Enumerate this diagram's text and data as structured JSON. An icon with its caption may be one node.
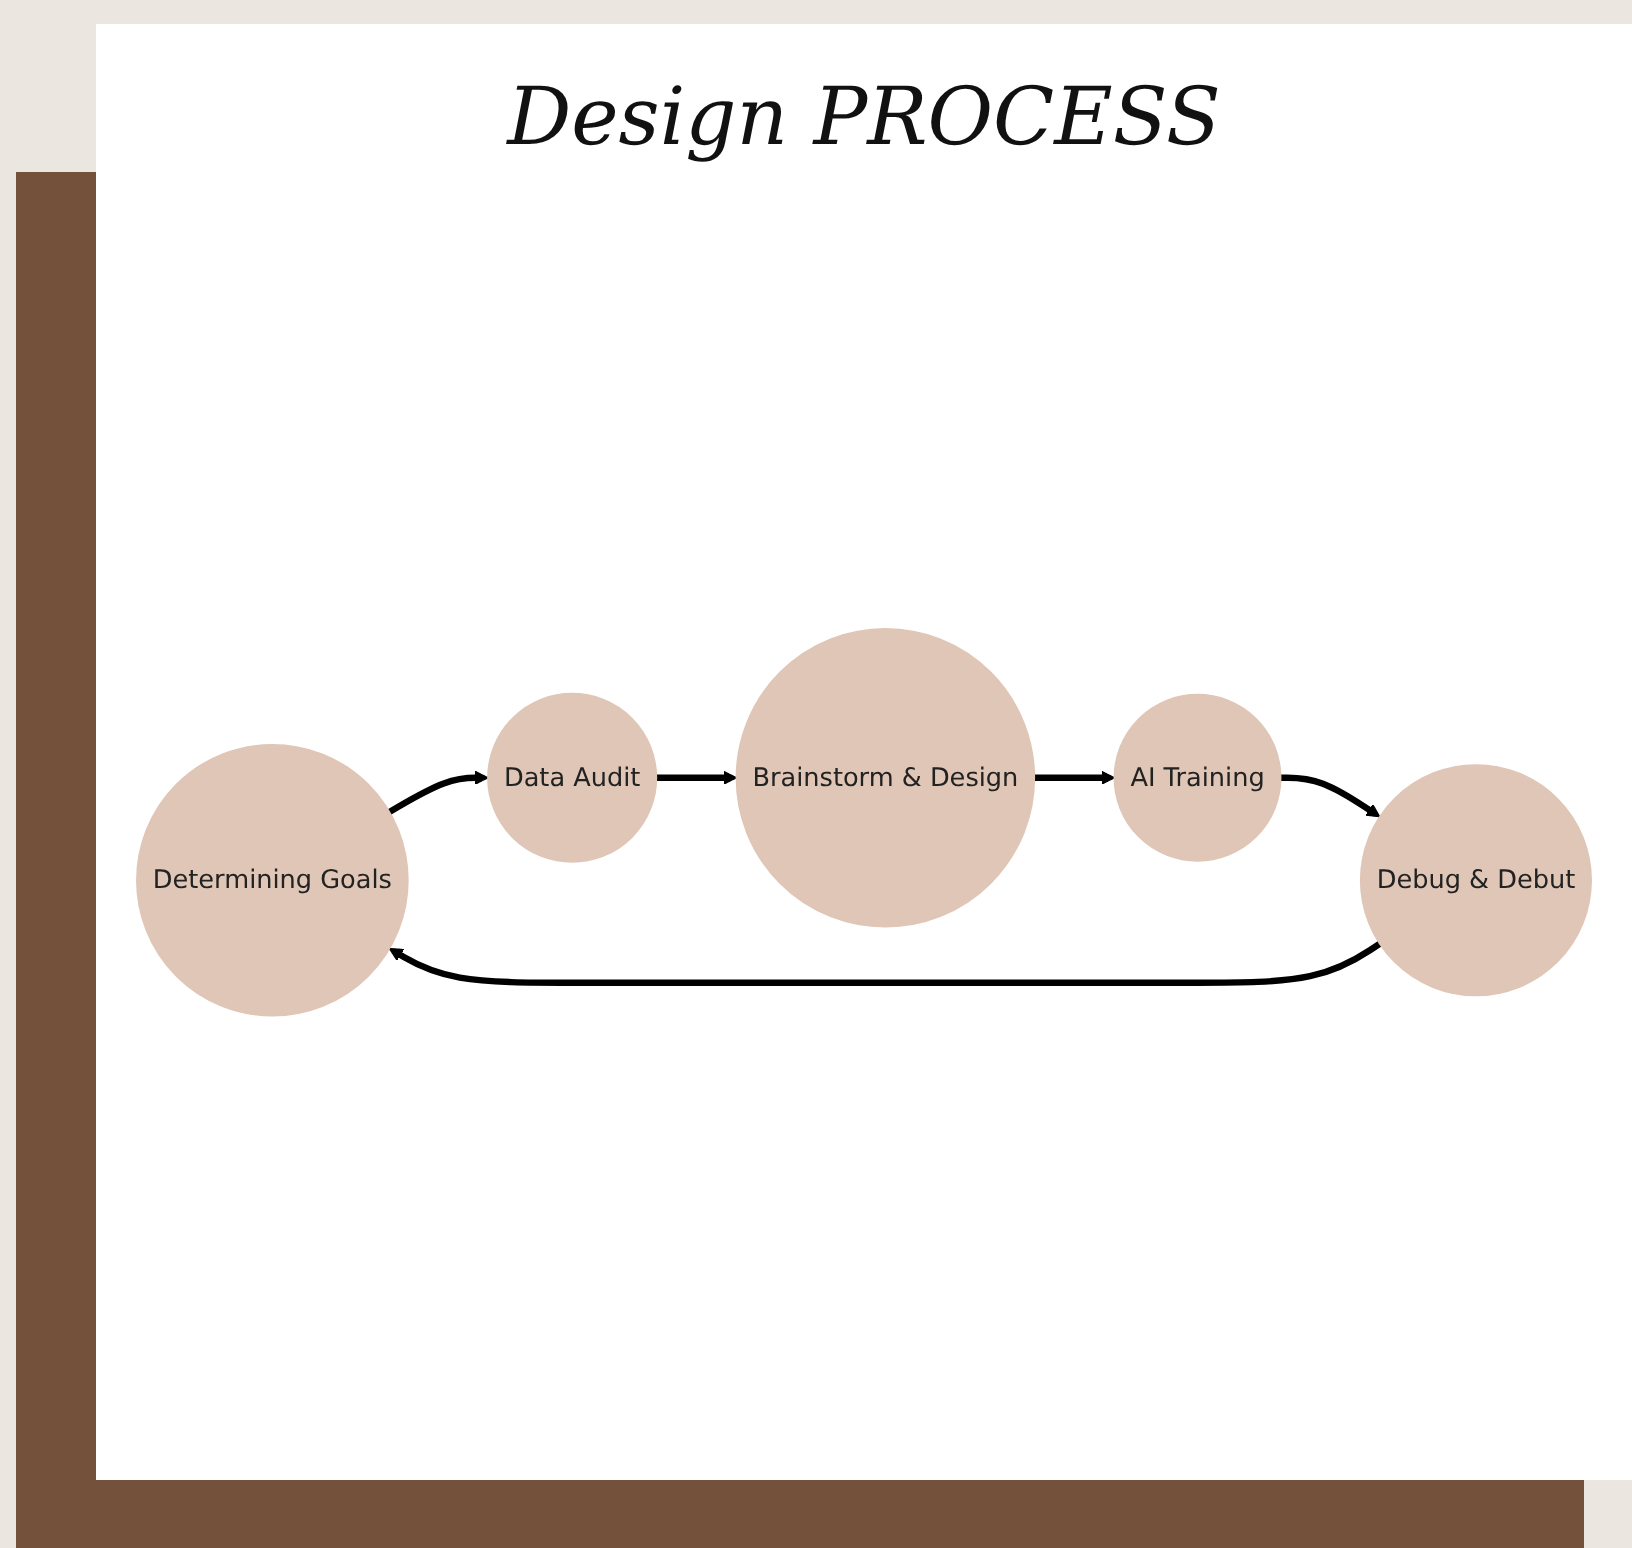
{
  "diagram": {
    "title": "Design PROCESS",
    "nodes": [
      {
        "text": [
          "Determining Goals"
        ]
      },
      {
        "text": [
          "Data Audit"
        ]
      },
      {
        "text": [
          "Brainstorm & Design"
        ]
      },
      {
        "text": [
          "AI Training"
        ]
      },
      {
        "text": [
          "Debug & Debut"
        ]
      }
    ],
    "edges": [
      {
        "from": 0,
        "to": 1,
        "arrow": "to"
      },
      {
        "from": 1,
        "to": 2,
        "arrow": "to"
      },
      {
        "from": 2,
        "to": 3,
        "arrow": "to"
      },
      {
        "from": 3,
        "to": 4,
        "arrow": "to"
      },
      {
        "from": 4,
        "to": 0,
        "arrow": "to"
      }
    ]
  }
}
